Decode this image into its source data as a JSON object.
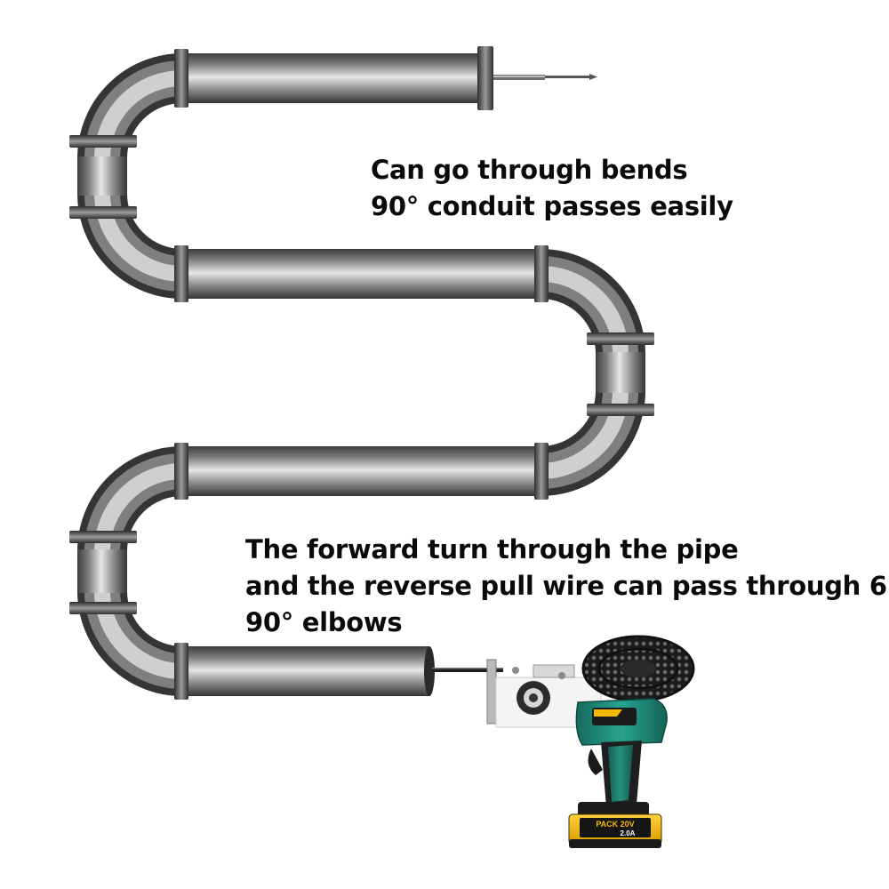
{
  "captions": {
    "top": {
      "line1": "Can go through bends",
      "line2": "90° conduit passes easily"
    },
    "bottom": {
      "line1": "The forward turn through the pipe",
      "line2": "and the reverse pull wire can pass through 6",
      "line3": "90° elbows"
    }
  },
  "product": {
    "battery_label_line1": "PACK 20V",
    "battery_label_line2": "2.0A"
  },
  "colors": {
    "pipe_dark": "#3a3a3a",
    "pipe_mid": "#8e8e8e",
    "pipe_light": "#e4e4e4",
    "tool_teal": "#1f8f7e",
    "tool_dark": "#1f1f1f",
    "battery_yellow": "#f2b800"
  }
}
